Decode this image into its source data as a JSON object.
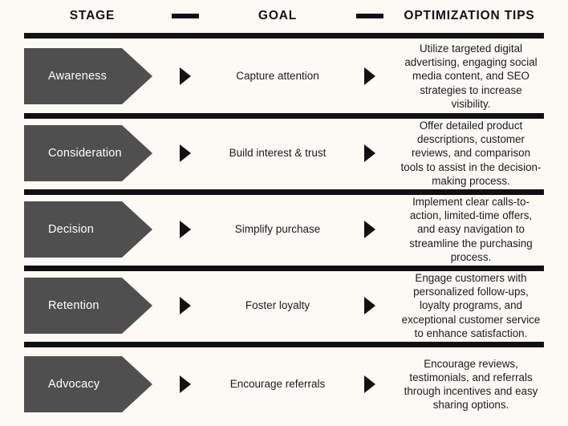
{
  "header": {
    "stage_label": "STAGE",
    "goal_label": "GOAL",
    "tips_label": "OPTIMIZATION TIPS",
    "separator_1": "dash-separator",
    "separator_2": "dash-separator"
  },
  "colors": {
    "background": "#FDFAF6",
    "rule": "#111111",
    "chevron_fill": "#4F4F4F",
    "chevron_text": "#FFFFFF",
    "body_text": "#1A1A1A",
    "arrow": "#111111"
  },
  "rows": [
    {
      "stage": "Awareness",
      "goal": "Capture attention",
      "tips": "Utilize targeted digital advertising, engaging social media content, and SEO strategies to increase visibility."
    },
    {
      "stage": "Consideration",
      "goal": "Build interest & trust",
      "tips": "Offer detailed product descriptions, customer reviews, and comparison tools to assist in the decision-making process."
    },
    {
      "stage": "Decision",
      "goal": "Simplify purchase",
      "tips": "Implement clear calls-to-action, limited-time offers, and easy navigation to streamline the purchasing process."
    },
    {
      "stage": "Retention",
      "goal": "Foster loyalty",
      "tips": "Engage customers with personalized follow-ups, loyalty programs, and exceptional customer service to enhance satisfaction."
    },
    {
      "stage": "Advocacy",
      "goal": "Encourage referrals",
      "tips": "Encourage reviews, testimonials, and referrals through incentives and easy sharing options."
    }
  ]
}
